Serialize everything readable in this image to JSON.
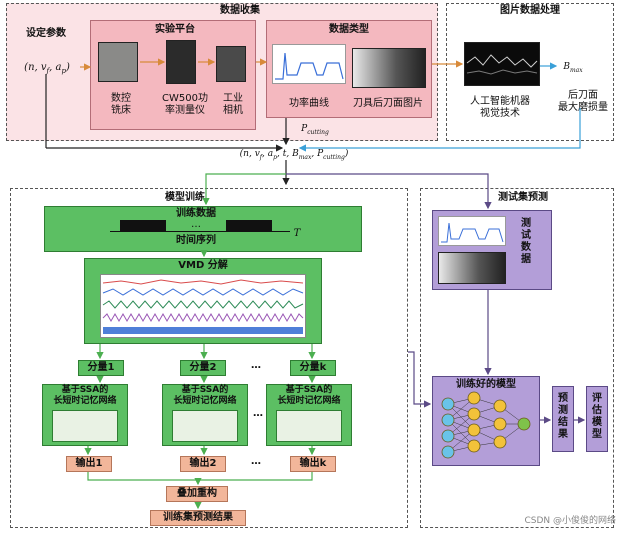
{
  "sections": {
    "data_collection": "数据收集",
    "image_processing": "图片数据处理",
    "model_training": "模型训练",
    "test_prediction": "测试集预测"
  },
  "collection": {
    "set_params": "设定参数",
    "set_params_formula": "(n, vf, ap)",
    "platform_title": "实验平台",
    "cnc_mill": "数控\n铣床",
    "power_meter": "CW500功\n率测量仪",
    "industrial_camera": "工业\n相机",
    "data_type_title": "数据类型",
    "power_curve": "功率曲线",
    "tool_flank_image": "刀具后刀面图片",
    "p_cutting": "P_cutting"
  },
  "image_processing": {
    "ai_vision": "人工智能机器\n视觉技术",
    "b_max": "B_max",
    "max_wear": "后刀面\n最大磨损量"
  },
  "combined_formula": "(n, vf, ap, t, Bmax, Pcutting)",
  "training": {
    "train_data": "训练数据",
    "ellipsis": "…",
    "time_series": "时间序列",
    "t_axis": "T",
    "vmd": "VMD 分解",
    "components": [
      "分量1",
      "分量2",
      "分量k"
    ],
    "ssa_lstm": [
      "基于SSA的\n长短时记忆网络",
      "基于SSA的\n长短时记忆网络",
      "基于SSA的\n长短时记忆网络"
    ],
    "outputs": [
      "输出1",
      "输出2",
      "输出k"
    ],
    "dots": "…",
    "superposition": "叠加重构",
    "train_result": "训练集预测结果"
  },
  "testing": {
    "test_data": "测\n试\n数\n据",
    "trained_model": "训练好的模型",
    "prediction_result": "预\n测\n结\n果",
    "evaluate_model": "评\n估\n模\n型"
  },
  "watermark": "CSDN @小俊俊的网络"
}
